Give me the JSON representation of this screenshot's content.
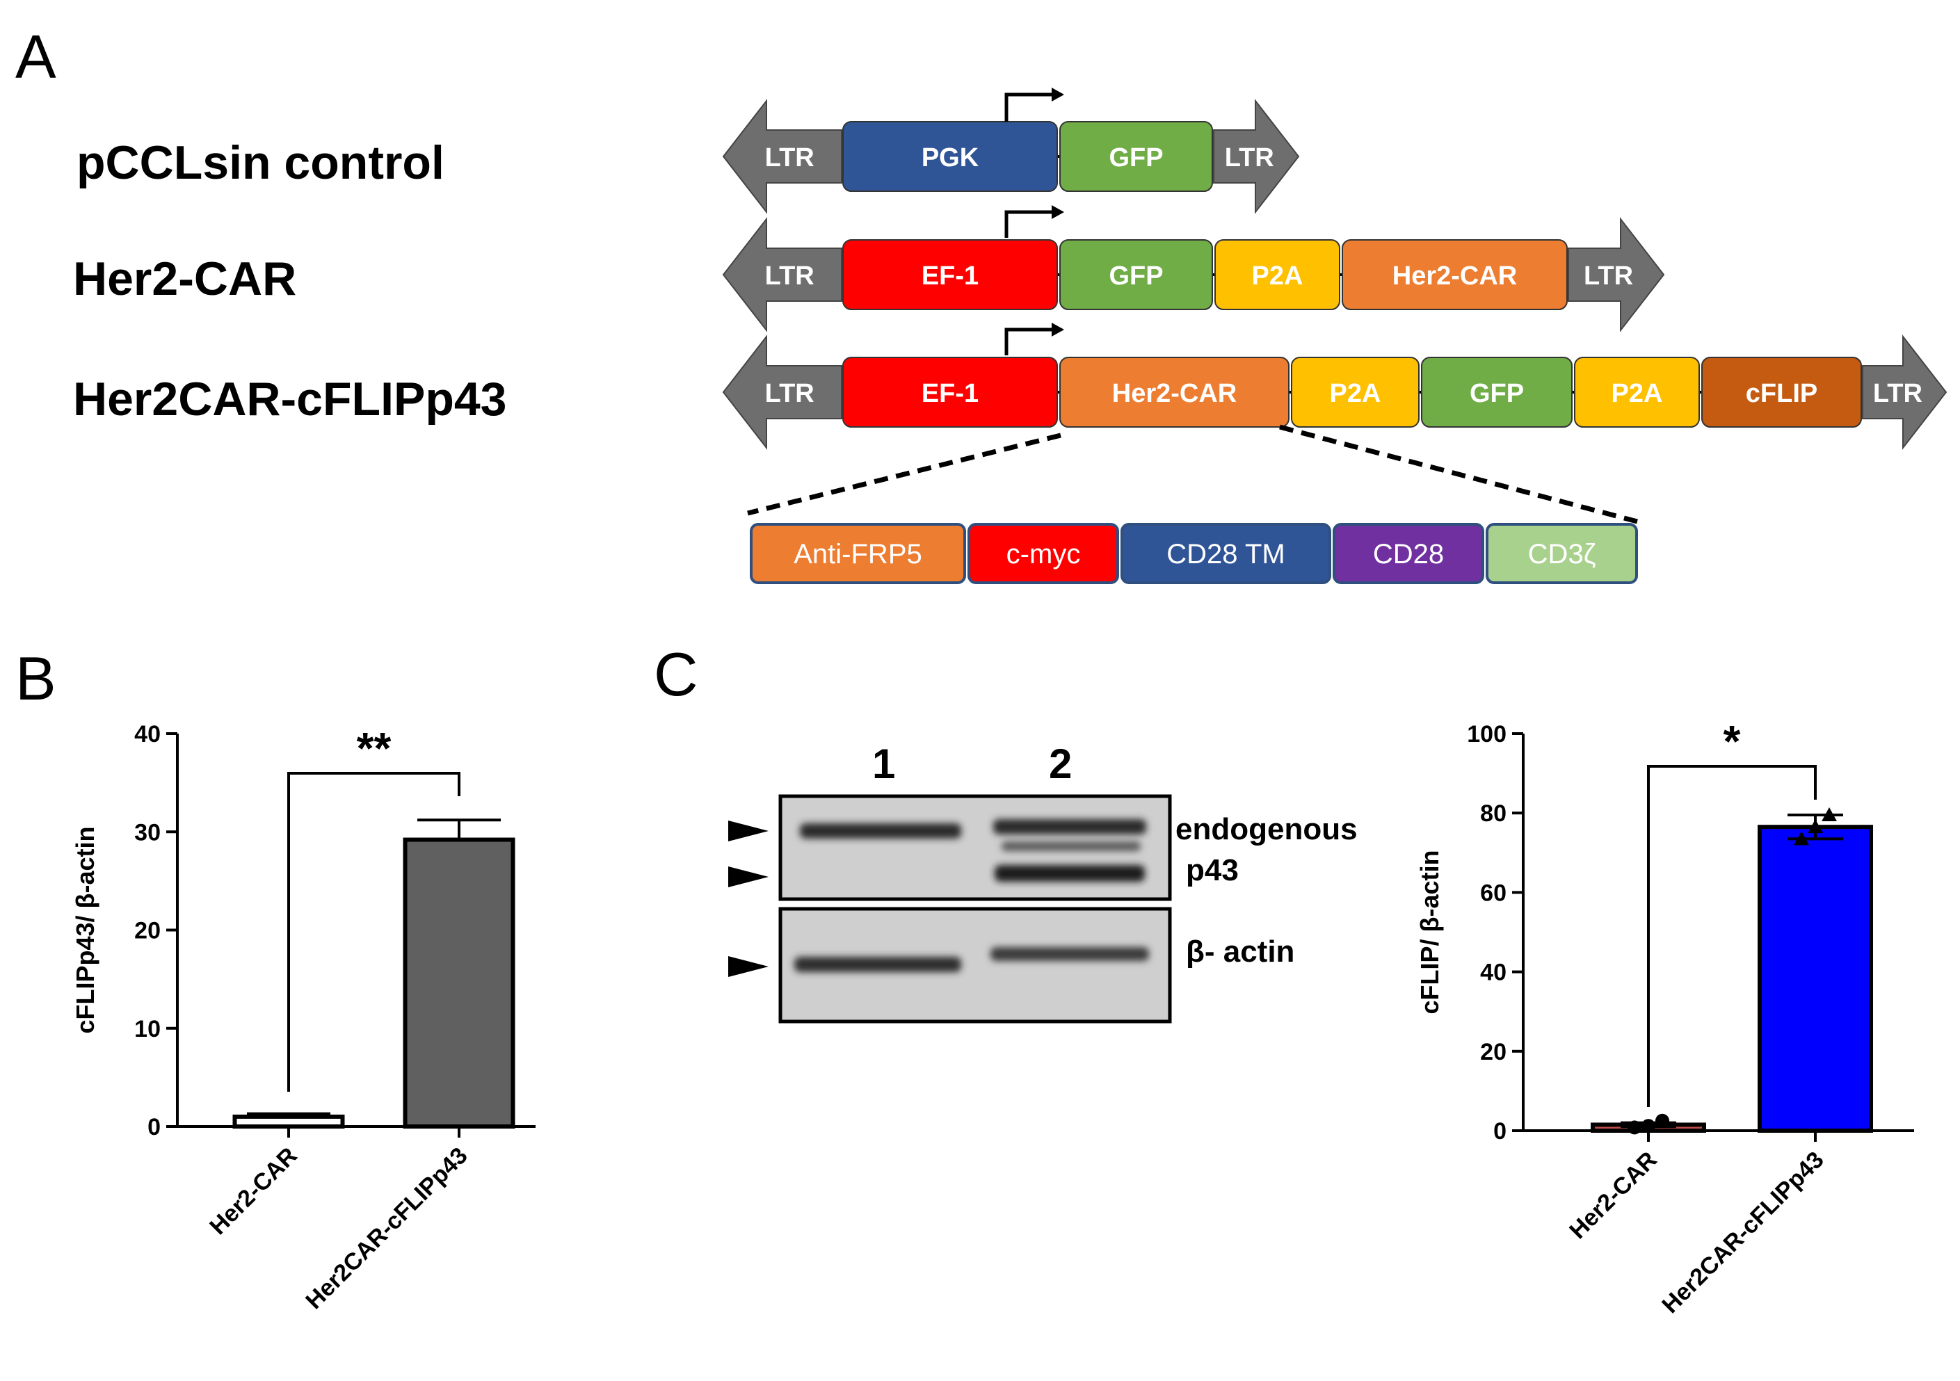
{
  "panels": {
    "a": "A",
    "b": "B",
    "c": "C"
  },
  "constructs": [
    {
      "name": "pCCLsin control",
      "segments": [
        {
          "label": "LTR",
          "color": "#6e6e6e",
          "shape": "arrow-left"
        },
        {
          "label": "PGK",
          "color": "#2f5597",
          "shape": "box"
        },
        {
          "label": "GFP",
          "color": "#70ad47",
          "shape": "box"
        },
        {
          "label": "LTR",
          "color": "#6e6e6e",
          "shape": "arrow-right"
        }
      ]
    },
    {
      "name": "Her2-CAR",
      "segments": [
        {
          "label": "LTR",
          "color": "#6e6e6e",
          "shape": "arrow-left"
        },
        {
          "label": "EF-1",
          "color": "#ff0000",
          "shape": "box"
        },
        {
          "label": "GFP",
          "color": "#70ad47",
          "shape": "box"
        },
        {
          "label": "P2A",
          "color": "#ffc000",
          "shape": "box"
        },
        {
          "label": "Her2-CAR",
          "color": "#ed7d31",
          "shape": "box"
        },
        {
          "label": "LTR",
          "color": "#6e6e6e",
          "shape": "arrow-right"
        }
      ]
    },
    {
      "name": "Her2CAR-cFLIPp43",
      "segments": [
        {
          "label": "LTR",
          "color": "#6e6e6e",
          "shape": "arrow-left"
        },
        {
          "label": "EF-1",
          "color": "#ff0000",
          "shape": "box"
        },
        {
          "label": "Her2-CAR",
          "color": "#ed7d31",
          "shape": "box"
        },
        {
          "label": "P2A",
          "color": "#ffc000",
          "shape": "box"
        },
        {
          "label": "GFP",
          "color": "#70ad47",
          "shape": "box"
        },
        {
          "label": "P2A",
          "color": "#ffc000",
          "shape": "box"
        },
        {
          "label": "cFLIP",
          "color": "#c55a11",
          "shape": "box"
        },
        {
          "label": "LTR",
          "color": "#6e6e6e",
          "shape": "arrow-right"
        }
      ]
    }
  ],
  "car_domains": [
    {
      "label": "Anti-FRP5",
      "color": "#ed7d31"
    },
    {
      "label": "c-myc",
      "color": "#ff0000"
    },
    {
      "label": "CD28 TM",
      "color": "#2f5597"
    },
    {
      "label": "CD28",
      "color": "#7030a0"
    },
    {
      "label": "CD3ζ",
      "color": "#a9d18e"
    }
  ],
  "blot": {
    "lanes": [
      "1",
      "2"
    ],
    "band_labels": [
      "endogenous",
      "p43",
      "β- actin"
    ]
  },
  "chart_data": [
    {
      "type": "bar",
      "categories": [
        "Her2-CAR",
        "Her2CAR-cFLIPp43"
      ],
      "values": [
        1,
        29.2
      ],
      "errors": [
        0.3,
        2.0
      ],
      "colors": [
        "#ffffff",
        "#606060"
      ],
      "ylabel": "cFLIPp43/ β-actin",
      "ylim": [
        0,
        40
      ],
      "yticks": [
        0,
        10,
        20,
        30,
        40
      ],
      "significance": "**"
    },
    {
      "type": "bar",
      "categories": [
        "Her2-CAR",
        "Her2CAR-cFLIPp43"
      ],
      "values": [
        1.5,
        76.5
      ],
      "errors": [
        0.5,
        3
      ],
      "points": [
        [
          0.8,
          1.2,
          2.5
        ],
        [
          73.5,
          76.5,
          79.5
        ]
      ],
      "colors": [
        "#c0504d",
        "#0000ff"
      ],
      "ylabel": "cFLIP/ β-actin",
      "ylim": [
        0,
        100
      ],
      "yticks": [
        0,
        20,
        40,
        60,
        80,
        100
      ],
      "significance": "*"
    }
  ]
}
